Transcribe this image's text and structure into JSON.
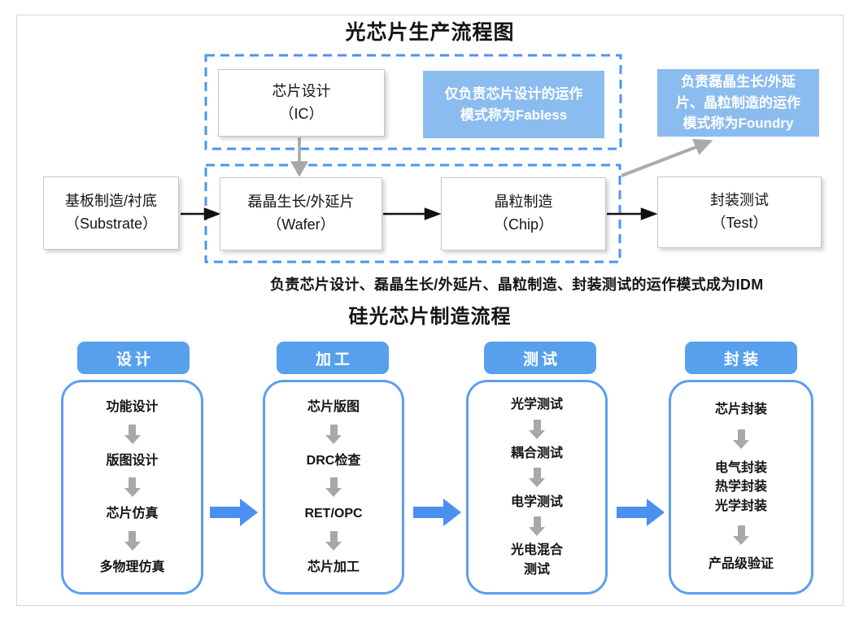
{
  "top_section": {
    "title": "光芯片生产流程图",
    "design_box": "芯片设计\n（IC）",
    "fabless_note": "仅负责芯片设计的运作\n模式称为Fabless",
    "foundry_note": "负责磊晶生长/外延\n片、晶粒制造的运作\n模式称为Foundry",
    "flow_boxes": [
      {
        "label": "基板制造/衬底\n（Substrate）"
      },
      {
        "label": "磊晶生长/外延片\n（Wafer）"
      },
      {
        "label": "晶粒制造\n（Chip）"
      },
      {
        "label": "封装测试\n（Test）"
      }
    ],
    "idm_note": "负责芯片设计、磊晶生长/外延片、晶粒制造、封装测试的运作模式成为IDM"
  },
  "bottom_section": {
    "title": "硅光芯片制造流程",
    "columns": [
      {
        "header": "设计",
        "items": [
          "功能设计",
          "版图设计",
          "芯片仿真",
          "多物理仿真"
        ]
      },
      {
        "header": "加工",
        "items": [
          "芯片版图",
          "DRC检查",
          "RET/OPC",
          "芯片加工"
        ]
      },
      {
        "header": "测试",
        "items": [
          "光学测试",
          "耦合测试",
          "电学测试",
          "光电混合\n测试"
        ]
      },
      {
        "header": "封装",
        "items": [
          "芯片封装",
          "电气封装\n热学封装\n光学封装",
          "产品级验证"
        ]
      }
    ]
  },
  "colors": {
    "dashed_blue": "#4d94f0",
    "header_blue": "#57a0ee",
    "note_blue": "#8bbcef",
    "big_arrow_blue": "#4a90f0",
    "arrow_gray": "#a8a8a8",
    "arrow_black": "#111111"
  }
}
